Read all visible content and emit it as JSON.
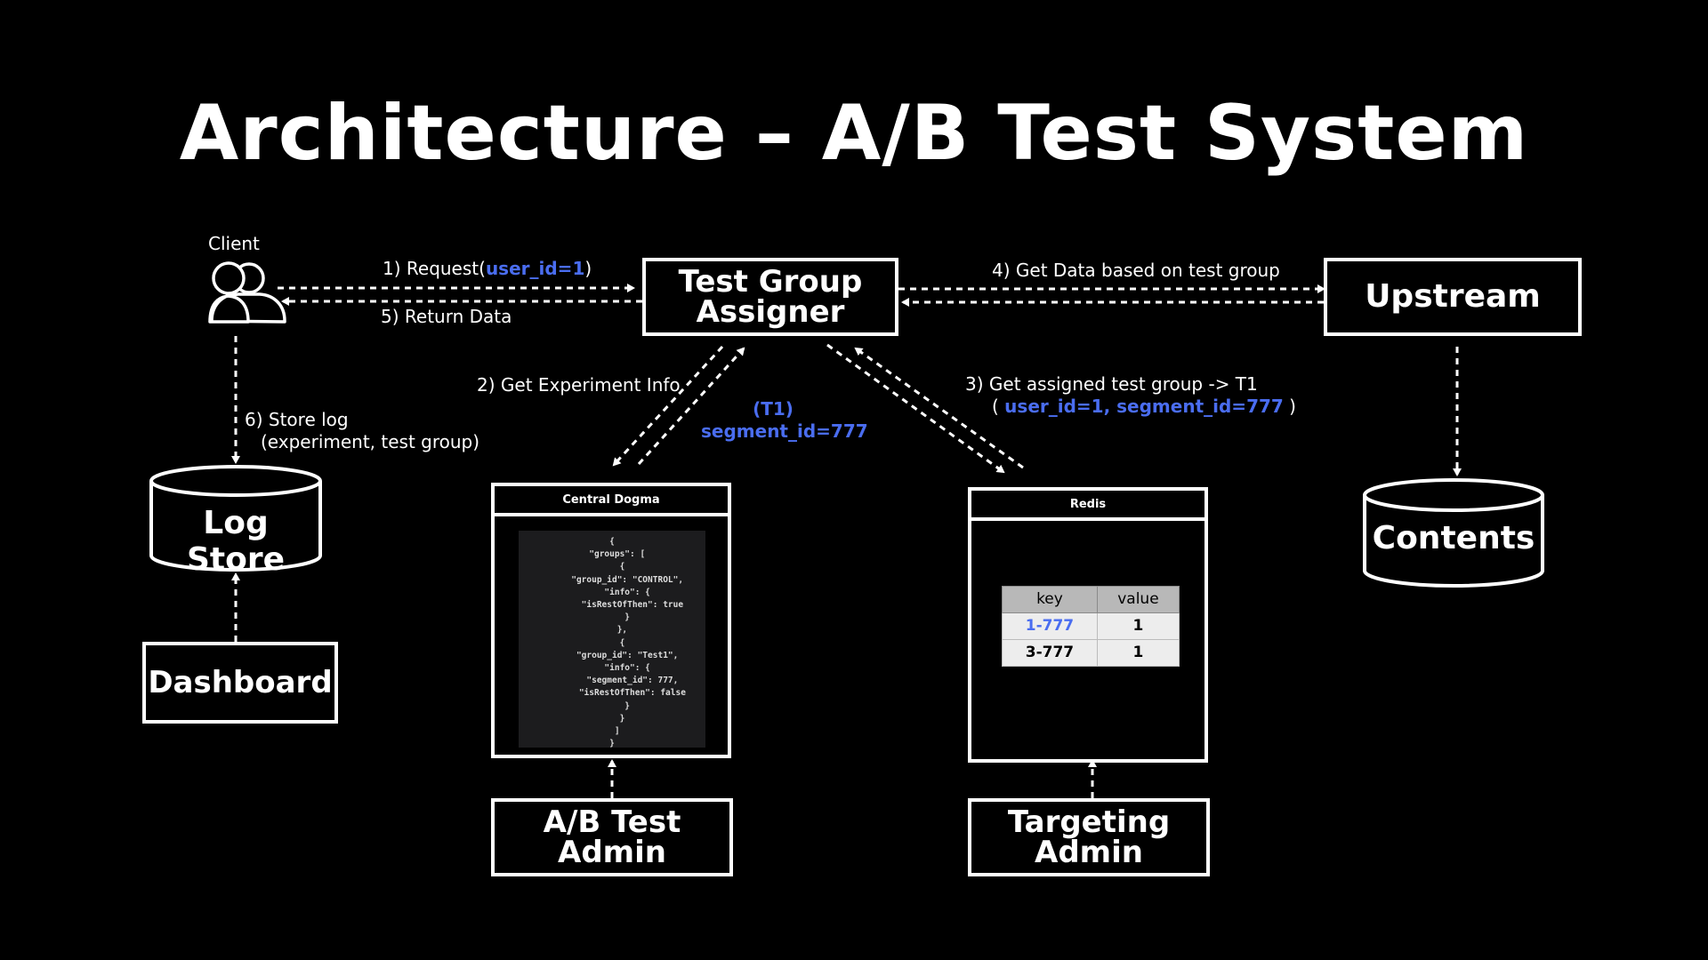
{
  "title": "Architecture – A/B Test System",
  "nodes": {
    "client": "Client",
    "assigner_line1": "Test Group",
    "assigner_line2": "Assigner",
    "upstream": "Upstream",
    "log_store": "Log Store",
    "dashboard": "Dashboard",
    "contents": "Contents",
    "ab_admin": "A/B Test Admin",
    "targeting_line1": "Targeting",
    "targeting_line2": "Admin"
  },
  "edges": {
    "request_prefix": "1) Request(",
    "request_param": "user_id=1",
    "request_suffix": ")",
    "return_data": "5) Return Data",
    "experiment_info": "2) Get Experiment Info",
    "experiment_result_1": "(T1)",
    "experiment_result_2": "segment_id=777",
    "assigned_group": "3) Get assigned test group -> T1",
    "assigned_params_open": "( ",
    "assigned_params": "user_id=1, segment_id=777",
    "assigned_params_close": " )",
    "get_data": "4) Get Data based on test group",
    "store_log_1": "6) Store log",
    "store_log_2": "(experiment, test group)"
  },
  "central_dogma": {
    "title": "Central Dogma",
    "code_lines": [
      "{",
      "  \"groups\": [",
      "    {",
      "      \"group_id\": \"CONTROL\",",
      "      \"info\": {",
      "        \"isRestOfThen\": true",
      "      }",
      "    },",
      "    {",
      "      \"group_id\": \"Test1\",",
      "      \"info\": {",
      "        \"segment_id\": 777,",
      "        \"isRestOfThen\": false",
      "      }",
      "    }",
      "  ]",
      "}"
    ]
  },
  "redis": {
    "title": "Redis",
    "headers": [
      "key",
      "value"
    ],
    "rows": [
      {
        "key": "1-777",
        "value": "1"
      },
      {
        "key": "3-777",
        "value": "1"
      }
    ]
  },
  "colors": {
    "background": "#000000",
    "foreground": "#ffffff",
    "highlight": "#4a6df0"
  }
}
